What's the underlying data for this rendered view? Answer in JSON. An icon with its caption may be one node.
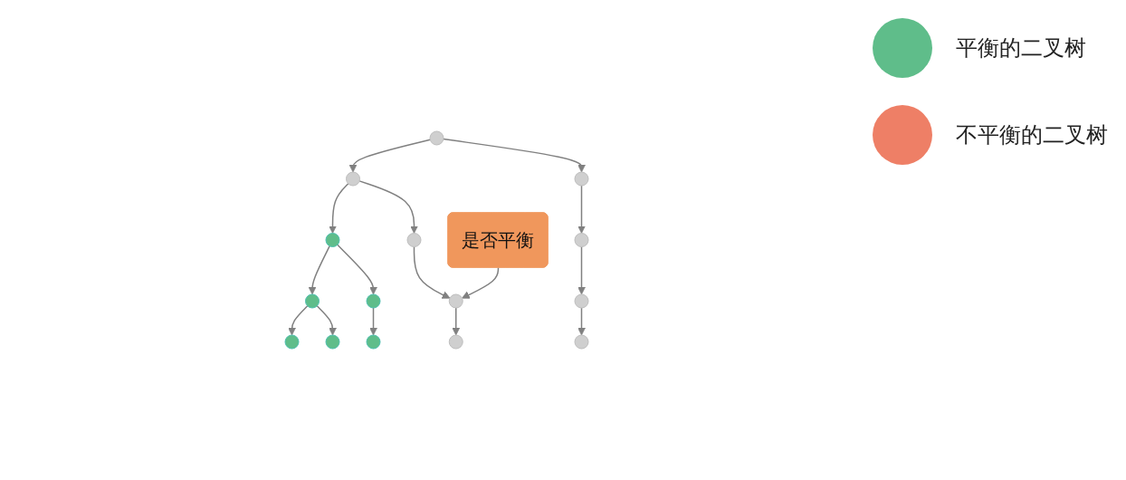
{
  "diagram": {
    "nodes": [
      {
        "text": [],
        "shape": "circle"
      },
      {
        "text": [],
        "shape": "circle"
      },
      {
        "text": [],
        "shape": "circle"
      },
      {
        "text": [],
        "shape": "circle"
      },
      {
        "text": [],
        "shape": "circle"
      },
      {
        "text": [],
        "shape": "circle"
      },
      {
        "text": [
          "是否平衡"
        ]
      },
      {
        "text": [],
        "shape": "circle"
      },
      {
        "text": [],
        "shape": "circle"
      },
      {
        "text": [],
        "shape": "circle"
      },
      {
        "text": [],
        "shape": "circle"
      },
      {
        "text": [],
        "shape": "circle"
      },
      {
        "text": [],
        "shape": "circle"
      },
      {
        "text": [],
        "shape": "circle"
      },
      {
        "text": [],
        "shape": "circle"
      },
      {
        "text": [],
        "shape": "circle"
      }
    ],
    "edges": [
      {
        "from": 0,
        "to": 1,
        "arrow": "to"
      },
      {
        "from": 0,
        "to": 2,
        "arrow": "to"
      },
      {
        "from": 1,
        "to": 3,
        "arrow": "to"
      },
      {
        "from": 1,
        "to": 4,
        "arrow": "to"
      },
      {
        "from": 2,
        "to": 5,
        "arrow": "to"
      },
      {
        "from": 3,
        "to": 7,
        "arrow": "to"
      },
      {
        "from": 3,
        "to": 8,
        "arrow": "to"
      },
      {
        "from": 4,
        "to": 9,
        "arrow": "to"
      },
      {
        "from": 5,
        "to": 10,
        "arrow": "to"
      },
      {
        "from": 6,
        "to": 9,
        "arrow": "to"
      },
      {
        "from": 7,
        "to": 11,
        "arrow": "to"
      },
      {
        "from": 7,
        "to": 12,
        "arrow": "to"
      },
      {
        "from": 8,
        "to": 13,
        "arrow": "to"
      },
      {
        "from": 9,
        "to": 14,
        "arrow": "to"
      },
      {
        "from": 10,
        "to": 15,
        "arrow": "to"
      }
    ],
    "legend": [
      {
        "text": "平衡的二叉树",
        "color": "#5fbd8a"
      },
      {
        "text": "不平衡的二叉树",
        "color": "#ee7f66"
      }
    ]
  }
}
